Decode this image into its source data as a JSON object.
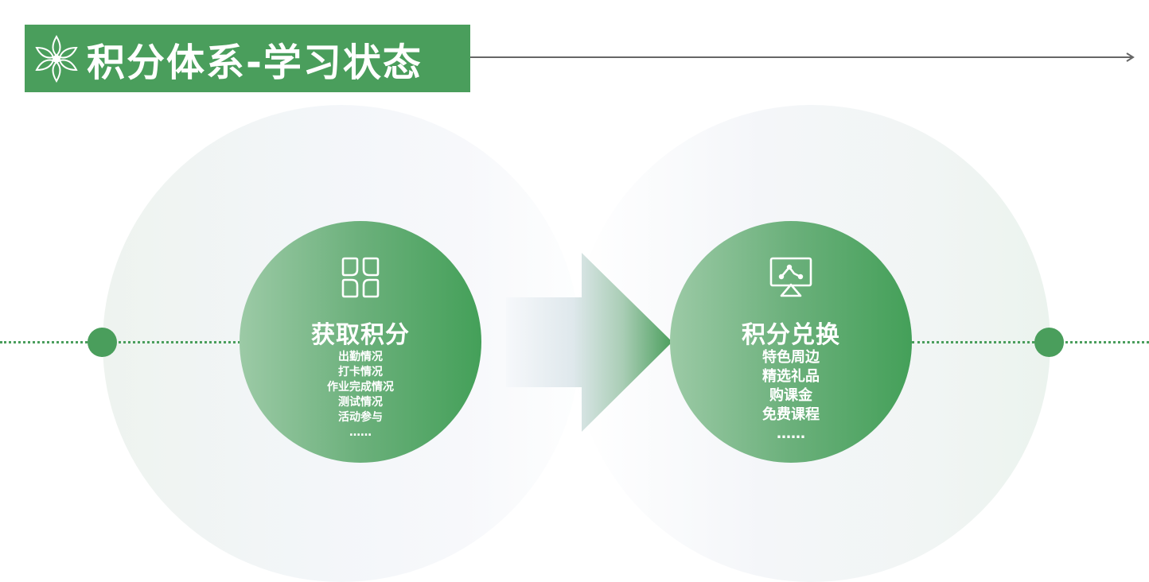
{
  "title": {
    "text": "积分体系-学习状态",
    "icon": "flower-icon"
  },
  "colors": {
    "brand_green": "#4a9e5c",
    "light_green": "#9ccaa6",
    "arrow_line": "#666666"
  },
  "left_card": {
    "icon": "grid-icon",
    "title": "获取积分",
    "items": [
      "出勤情况",
      "打卡情况",
      "作业完成情况",
      "测试情况",
      "活动参与",
      "……"
    ]
  },
  "right_card": {
    "icon": "presentation-icon",
    "title": "积分兑换",
    "items": [
      "特色周边",
      "精选礼品",
      "购课金",
      "免费课程",
      "……"
    ]
  },
  "flow_arrow": {
    "icon": "right-arrow-icon"
  }
}
